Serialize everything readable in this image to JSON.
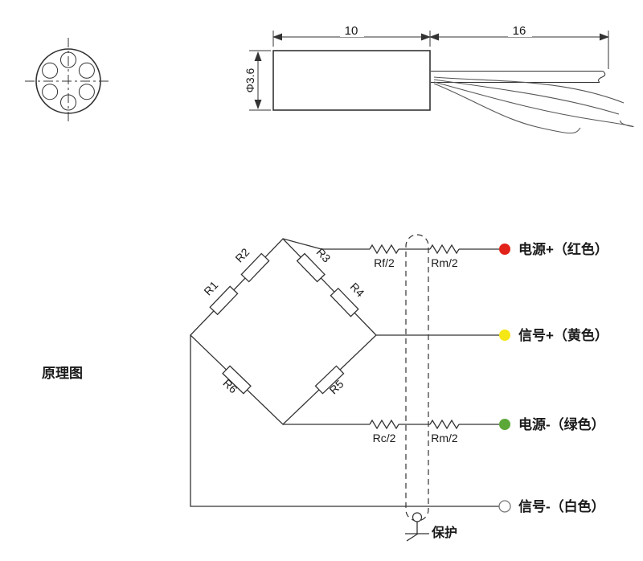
{
  "figure_label": "原理图",
  "side_view": {
    "dim_body_length": "10",
    "dim_cable_length": "16",
    "dim_diameter": "Φ3.6"
  },
  "bridge": {
    "r1": "R1",
    "r2": "R2",
    "r3": "R3",
    "r4": "R4",
    "r5": "R5",
    "r6": "R6"
  },
  "wire_resistors": {
    "top_left": "Rf/2",
    "top_right": "Rm/2",
    "bottom_left": "Rc/2",
    "bottom_right": "Rm/2"
  },
  "terminals": [
    {
      "label": "电源+（红色）",
      "dot_color": "#e2231a"
    },
    {
      "label": "信号+（黄色）",
      "dot_color": "#f5e616"
    },
    {
      "label": "电源-（绿色）",
      "dot_color": "#5ba838"
    },
    {
      "label": "信号-（白色）",
      "dot_color": "#ffffff"
    }
  ],
  "shield": {
    "label": "保护"
  },
  "colors": {
    "line": "#333333",
    "text": "#1a1a1a"
  }
}
